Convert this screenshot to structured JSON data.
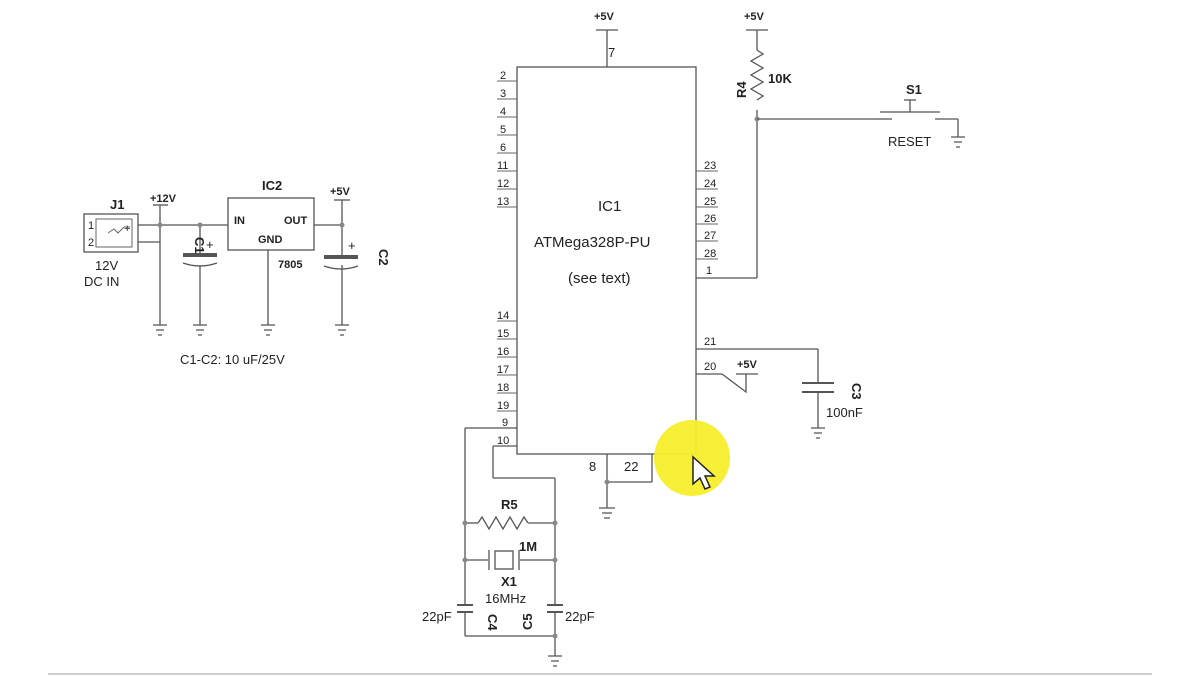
{
  "ic1": {
    "ref": "IC1",
    "part": "ATMega328P-PU",
    "note": "(see text)",
    "pins_top": [
      "7"
    ],
    "pins_left": [
      "2",
      "3",
      "4",
      "5",
      "6",
      "11",
      "12",
      "13",
      "14",
      "15",
      "16",
      "17",
      "18",
      "19",
      "9",
      "10"
    ],
    "pins_right": [
      "23",
      "24",
      "25",
      "26",
      "27",
      "28",
      "1",
      "21",
      "20"
    ],
    "pins_bottom": [
      "8",
      "22"
    ]
  },
  "rails": {
    "v5": "+5V",
    "v12": "+12V"
  },
  "r4": {
    "ref": "R4",
    "value": "10K"
  },
  "s1": {
    "ref": "S1",
    "label": "RESET"
  },
  "j1": {
    "ref": "J1",
    "pin1": "1",
    "pin2": "2",
    "line1": "12V",
    "line2": "DC IN",
    "plus": "+"
  },
  "ic2": {
    "ref": "IC2",
    "in": "IN",
    "out": "OUT",
    "gnd": "GND",
    "part": "7805"
  },
  "c1": {
    "ref": "C1",
    "plus": "+"
  },
  "c2": {
    "ref": "C2",
    "plus": "+"
  },
  "c1c2_note": "C1-C2: 10 uF/25V",
  "c3": {
    "ref": "C3",
    "value": "100nF"
  },
  "r5": {
    "ref": "R5",
    "value": "1M"
  },
  "x1": {
    "ref": "X1",
    "value": "16MHz"
  },
  "c4": {
    "ref": "C4",
    "value": "22pF"
  },
  "c5": {
    "ref": "C5",
    "value": "22pF"
  }
}
